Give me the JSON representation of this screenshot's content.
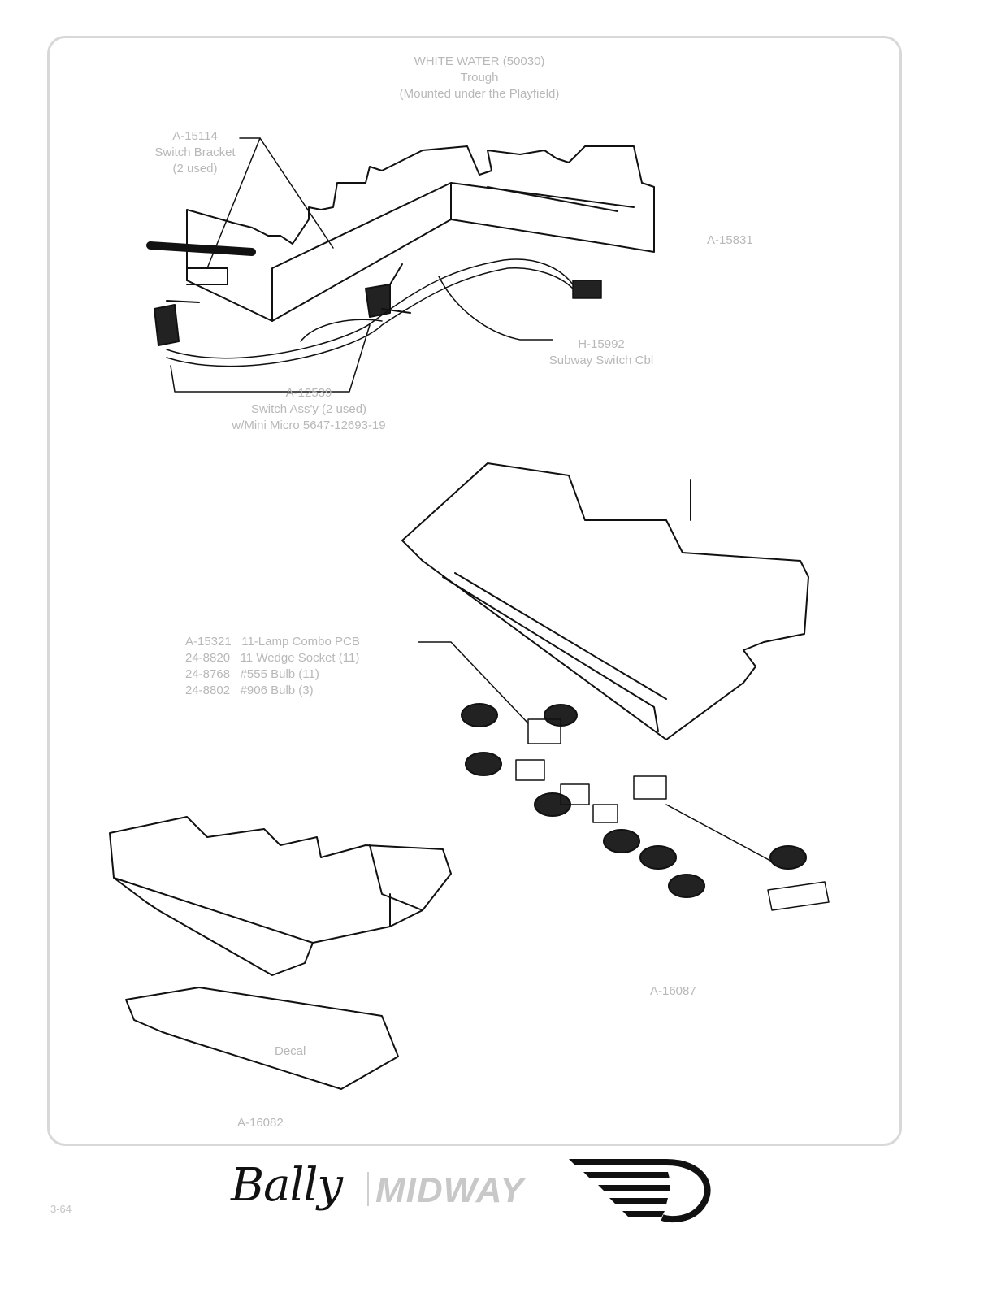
{
  "header": {
    "line1": "WHITE WATER (50030)",
    "line2": "Trough",
    "line3": "(Mounted under the Playfield)"
  },
  "labels": {
    "switch_bracket": [
      "A-15114",
      "Switch Bracket",
      "(2 used)"
    ],
    "trough_assy": "A-15831",
    "cable": [
      "H-15992",
      "Subway Switch Cbl"
    ],
    "switch_assy": [
      "A-12539",
      "Switch Ass'y (2 used)",
      "w/Mini Micro 5647-12693-19"
    ],
    "lamp_list": [
      {
        "part": "A-15321",
        "desc": "11-Lamp Combo PCB"
      },
      {
        "part": "24-8820",
        "desc": "11 Wedge Socket (11)"
      },
      {
        "part": "24-8768",
        "desc": "#555 Bulb (11)"
      },
      {
        "part": "24-8802",
        "desc": "#906 Bulb (3)"
      }
    ],
    "lamp_assy": "A-16087",
    "decal": "Decal",
    "base_assy": "A-16082"
  },
  "footer": {
    "brand": "Bally",
    "brand2": "MIDWAY",
    "page": "3-64"
  }
}
